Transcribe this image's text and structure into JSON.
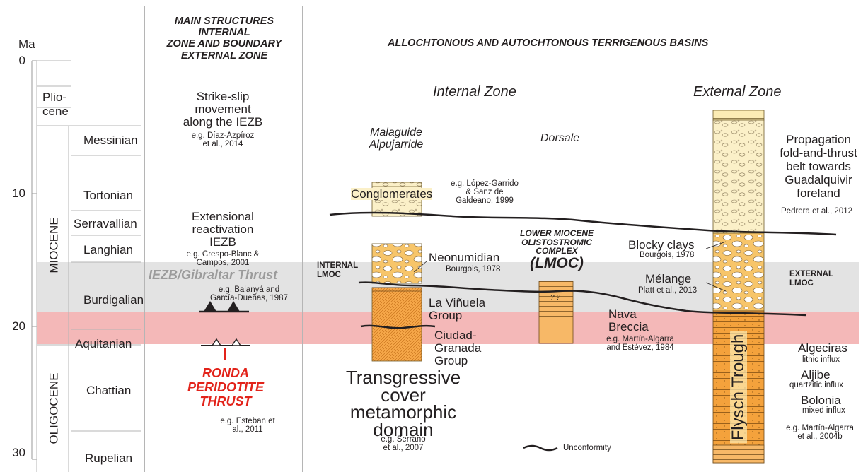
{
  "axis": {
    "unit": "Ma",
    "ticks": [
      {
        "label": "0",
        "ma": 0
      },
      {
        "label": "10",
        "ma": 10
      },
      {
        "label": "20",
        "ma": 20
      },
      {
        "label": "30",
        "ma": 30
      }
    ]
  },
  "epochs": {
    "pliocene": "Plio-\ncene",
    "miocene": "MIOCENE",
    "oligocene": "OLIGOCENE"
  },
  "stages": {
    "messinian": "Messinian",
    "tortonian": "Tortonian",
    "serravallian": "Serravallian",
    "langhian": "Langhian",
    "burdigalian": "Burdigalian",
    "aquitanian": "Aquitanian",
    "chattian": "Chattian",
    "rupelian": "Rupelian"
  },
  "structures": {
    "header": "MAIN STRUCTURES\nINTERNAL\nZONE AND BOUNDARY\nEXTERNAL ZONE",
    "strike_slip": "Strike-slip\nmovement\nalong the IEZB",
    "strike_slip_ref": "e.g. Díaz-Azpíroz\net al., 2014",
    "extensional": "Extensional\nreactivation\nIEZB",
    "extensional_ref": "e.g. Crespo-Blanc &\nCampos, 2001",
    "gibraltar_thrust": "IEZB/Gibraltar Thrust",
    "gibraltar_ref": "e.g. Balanyá and\nGarcía-Dueñas, 1987",
    "ronda": "RONDA\nPERIDOTITE\nTHRUST",
    "ronda_ref": "e.g. Esteban et\nal., 2011"
  },
  "basins": {
    "header": "ALLOCHTONOUS AND AUTOCHTONOUS TERRIGENOUS BASINS",
    "internal_zone": "Internal Zone",
    "external_zone": "External Zone",
    "malaguide": "Malaguide\nAlpujarride",
    "dorsale": "Dorsale",
    "conglomerates": "Conglomerates",
    "conglomerates_ref": "e.g. López-Garrido\n& Sanz de\nGaldeano, 1999",
    "internal_lmoc": "INTERNAL\nLMOC",
    "neonumidian": "Neonumidian",
    "neonumidian_ref": "Bourgois, 1978",
    "vinuela": "La Viñuela\nGroup",
    "ciudad_granada": "Ciudad-\nGranada\nGroup",
    "transgressive": "Transgressive\ncover\nmetamorphic\ndomain",
    "transgressive_ref": "e.g. Serrano\net al., 2007",
    "lmoc_title": "LOWER MIOCENE\nOLISTOSTROMIC\nCOMPLEX",
    "lmoc_abbr": "(LMOC)",
    "question_marks": "? ?",
    "nava": "Nava\nBreccia",
    "nava_ref": "e.g. Martín-Algarra\nand Estévez, 1984",
    "propagation": "Propagation\nfold-and-thrust\nbelt towards\nGuadalquivir\nforeland",
    "propagation_ref": "Pedrera et al., 2012",
    "blocky": "Blocky clays",
    "blocky_ref": "Bourgois, 1978",
    "melange": "Mélange",
    "melange_ref": "Platt et al., 2013",
    "external_lmoc": "EXTERNAL\nLMOC",
    "flysch": "Flysch Trough",
    "algeciras": "Algeciras",
    "algeciras_sub": "lithic influx",
    "aljibe": "Aljibe",
    "aljibe_sub": "quartzitic influx",
    "bolonia": "Bolonia",
    "bolonia_sub": "mixed influx",
    "flysch_ref": "e.g. Martín-Algarra\net al., 2004b",
    "legend_unconformity": "Unconformity"
  },
  "colors": {
    "gray_band": "#e3e3e3",
    "pink_band": "#f4b8b8",
    "orange": "#f4a23c",
    "light_yellow": "#fcecb4",
    "ronda_red": "#e2231a",
    "thrust_gray": "#9b9b9b",
    "rule": "#b5b5b5"
  }
}
